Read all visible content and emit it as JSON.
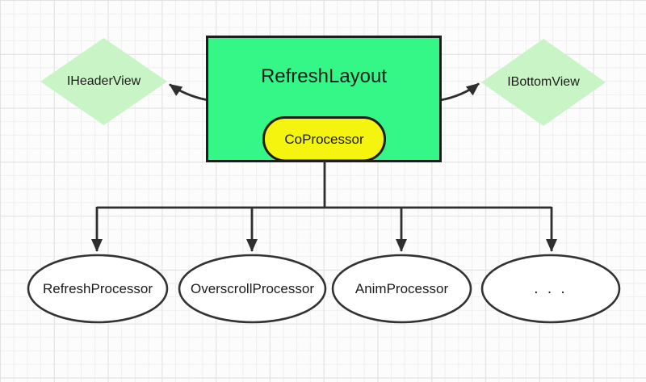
{
  "colors": {
    "box_green": "#34f788",
    "pill_yellow": "#f4f40e",
    "diamond_green": "#c9f4c6",
    "ellipse_fill": "#ffffff",
    "line": "#2e2e2e",
    "text": "#1c1c1c"
  },
  "diagram": {
    "main_box": {
      "label": "RefreshLayout"
    },
    "co_processor": {
      "label": "CoProcessor"
    },
    "header_view": {
      "label": "IHeaderView"
    },
    "bottom_view": {
      "label": "IBottomView"
    },
    "processors": [
      {
        "label": "RefreshProcessor"
      },
      {
        "label": "OverscrollProcessor"
      },
      {
        "label": "AnimProcessor"
      },
      {
        "label": ". . ."
      }
    ]
  }
}
